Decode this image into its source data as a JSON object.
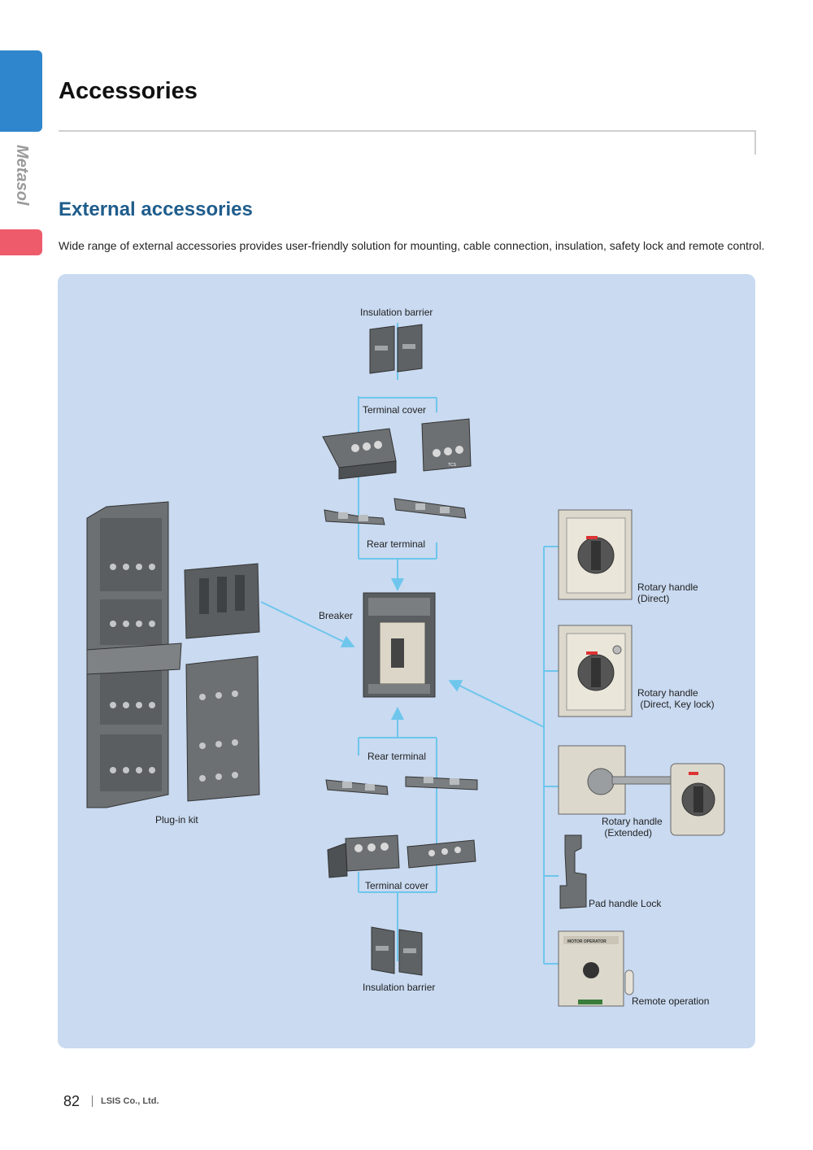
{
  "side_tab": {
    "label": "Metasol"
  },
  "header": {
    "title": "Accessories"
  },
  "section": {
    "title": "External accessories",
    "intro": "Wide range of external accessories provides user-friendly solution for mounting, cable connection, insulation, safety lock and remote control."
  },
  "diagram": {
    "labels": {
      "insulation_barrier_top": "Insulation barrier",
      "terminal_cover_top": "Terminal cover",
      "rear_terminal_top": "Rear terminal",
      "breaker": "Breaker",
      "rear_terminal_bottom": "Rear terminal",
      "terminal_cover_bottom": "Terminal cover",
      "insulation_barrier_bottom": "Insulation barrier",
      "plug_in_kit": "Plug-in kit",
      "rotary_direct": "Rotary handle\n(Direct)",
      "rotary_key_lock": "Rotary handle\n (Direct, Key lock)",
      "rotary_extended": "Rotary handle\n (Extended)",
      "pad_handle_lock": "Pad handle Lock",
      "remote_operation": "Remote operation"
    },
    "image_text": {
      "terminal_cover_marking": "TCS",
      "motor_operator_marking": "MOTOR OPERATOR"
    },
    "colors": {
      "panel_bg": "#c9daf1",
      "connector": "#6ec6ec"
    }
  },
  "footer": {
    "page_number": "82",
    "company": "LSIS Co., Ltd."
  },
  "colors": {
    "accent_blue": "#2f86cc",
    "accent_pink": "#ee5b6b",
    "section_title": "#1f5d8c"
  }
}
